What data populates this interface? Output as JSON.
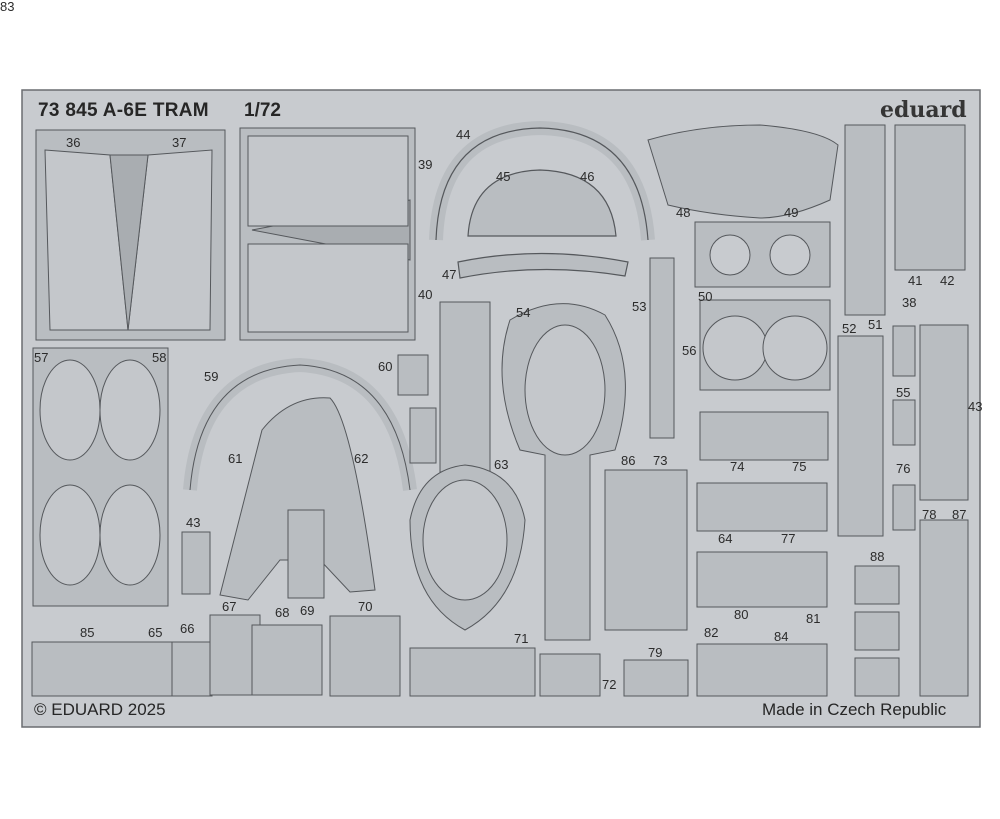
{
  "sheet": {
    "title": "73 845 A-6E TRAM",
    "scale": "1/72",
    "brand": "eduard",
    "copyright": "© EDUARD 2025",
    "origin": "Made in Czech Republic"
  },
  "part_numbers": [
    "36",
    "37",
    "39",
    "40",
    "44",
    "45",
    "46",
    "47",
    "48",
    "49",
    "41",
    "42",
    "38",
    "50",
    "51",
    "52",
    "53",
    "54",
    "56",
    "57",
    "58",
    "59",
    "60",
    "61",
    "62",
    "63",
    "55",
    "43",
    "86",
    "73",
    "74",
    "75",
    "76",
    "43",
    "64",
    "77",
    "78",
    "87",
    "88",
    "85",
    "65",
    "66",
    "67",
    "68",
    "69",
    "70",
    "71",
    "72",
    "79",
    "80",
    "81",
    "82",
    "84",
    "83"
  ],
  "colors": {
    "fret": "#c8cbcf",
    "part": "#b7bbbf",
    "outline": "#5a5d61",
    "text": "#2b2b2b"
  }
}
